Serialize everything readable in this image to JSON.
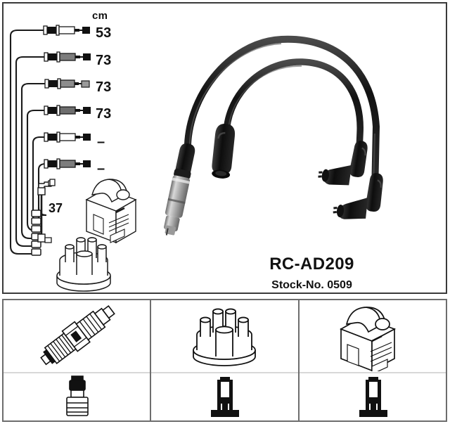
{
  "product": {
    "code": "RC-AD209",
    "stock_label": "Stock-No. 0509"
  },
  "measurement": {
    "unit_header": "cm",
    "cable_lengths": [
      "53",
      "73",
      "73",
      "73",
      "–",
      "–"
    ],
    "coil_lead_length": "37"
  },
  "legend": {
    "cells": [
      {
        "top_icon": "spark-plug",
        "bottom_icon": "spark-plug-boot-terminal"
      },
      {
        "top_icon": "distributor-cap",
        "bottom_icon": "distributor-terminal"
      },
      {
        "top_icon": "ignition-coil",
        "bottom_icon": "coil-terminal"
      }
    ]
  },
  "diagram": {
    "parts": [
      {
        "name": "distributor-cap-illustration"
      },
      {
        "name": "ignition-coil-illustration"
      },
      {
        "name": "cable-harness-illustration"
      },
      {
        "name": "coil-lead-illustration"
      }
    ],
    "photo": {
      "name": "ignition-cable-set-photo"
    }
  },
  "colors": {
    "border": "#3a3a3a",
    "legend_border": "#6d6d6d",
    "divider": "#d8d8d8",
    "ink": "#111111",
    "line": "#1a1a1a",
    "cable_black": "#151515",
    "metal": "#b9b9b9"
  }
}
